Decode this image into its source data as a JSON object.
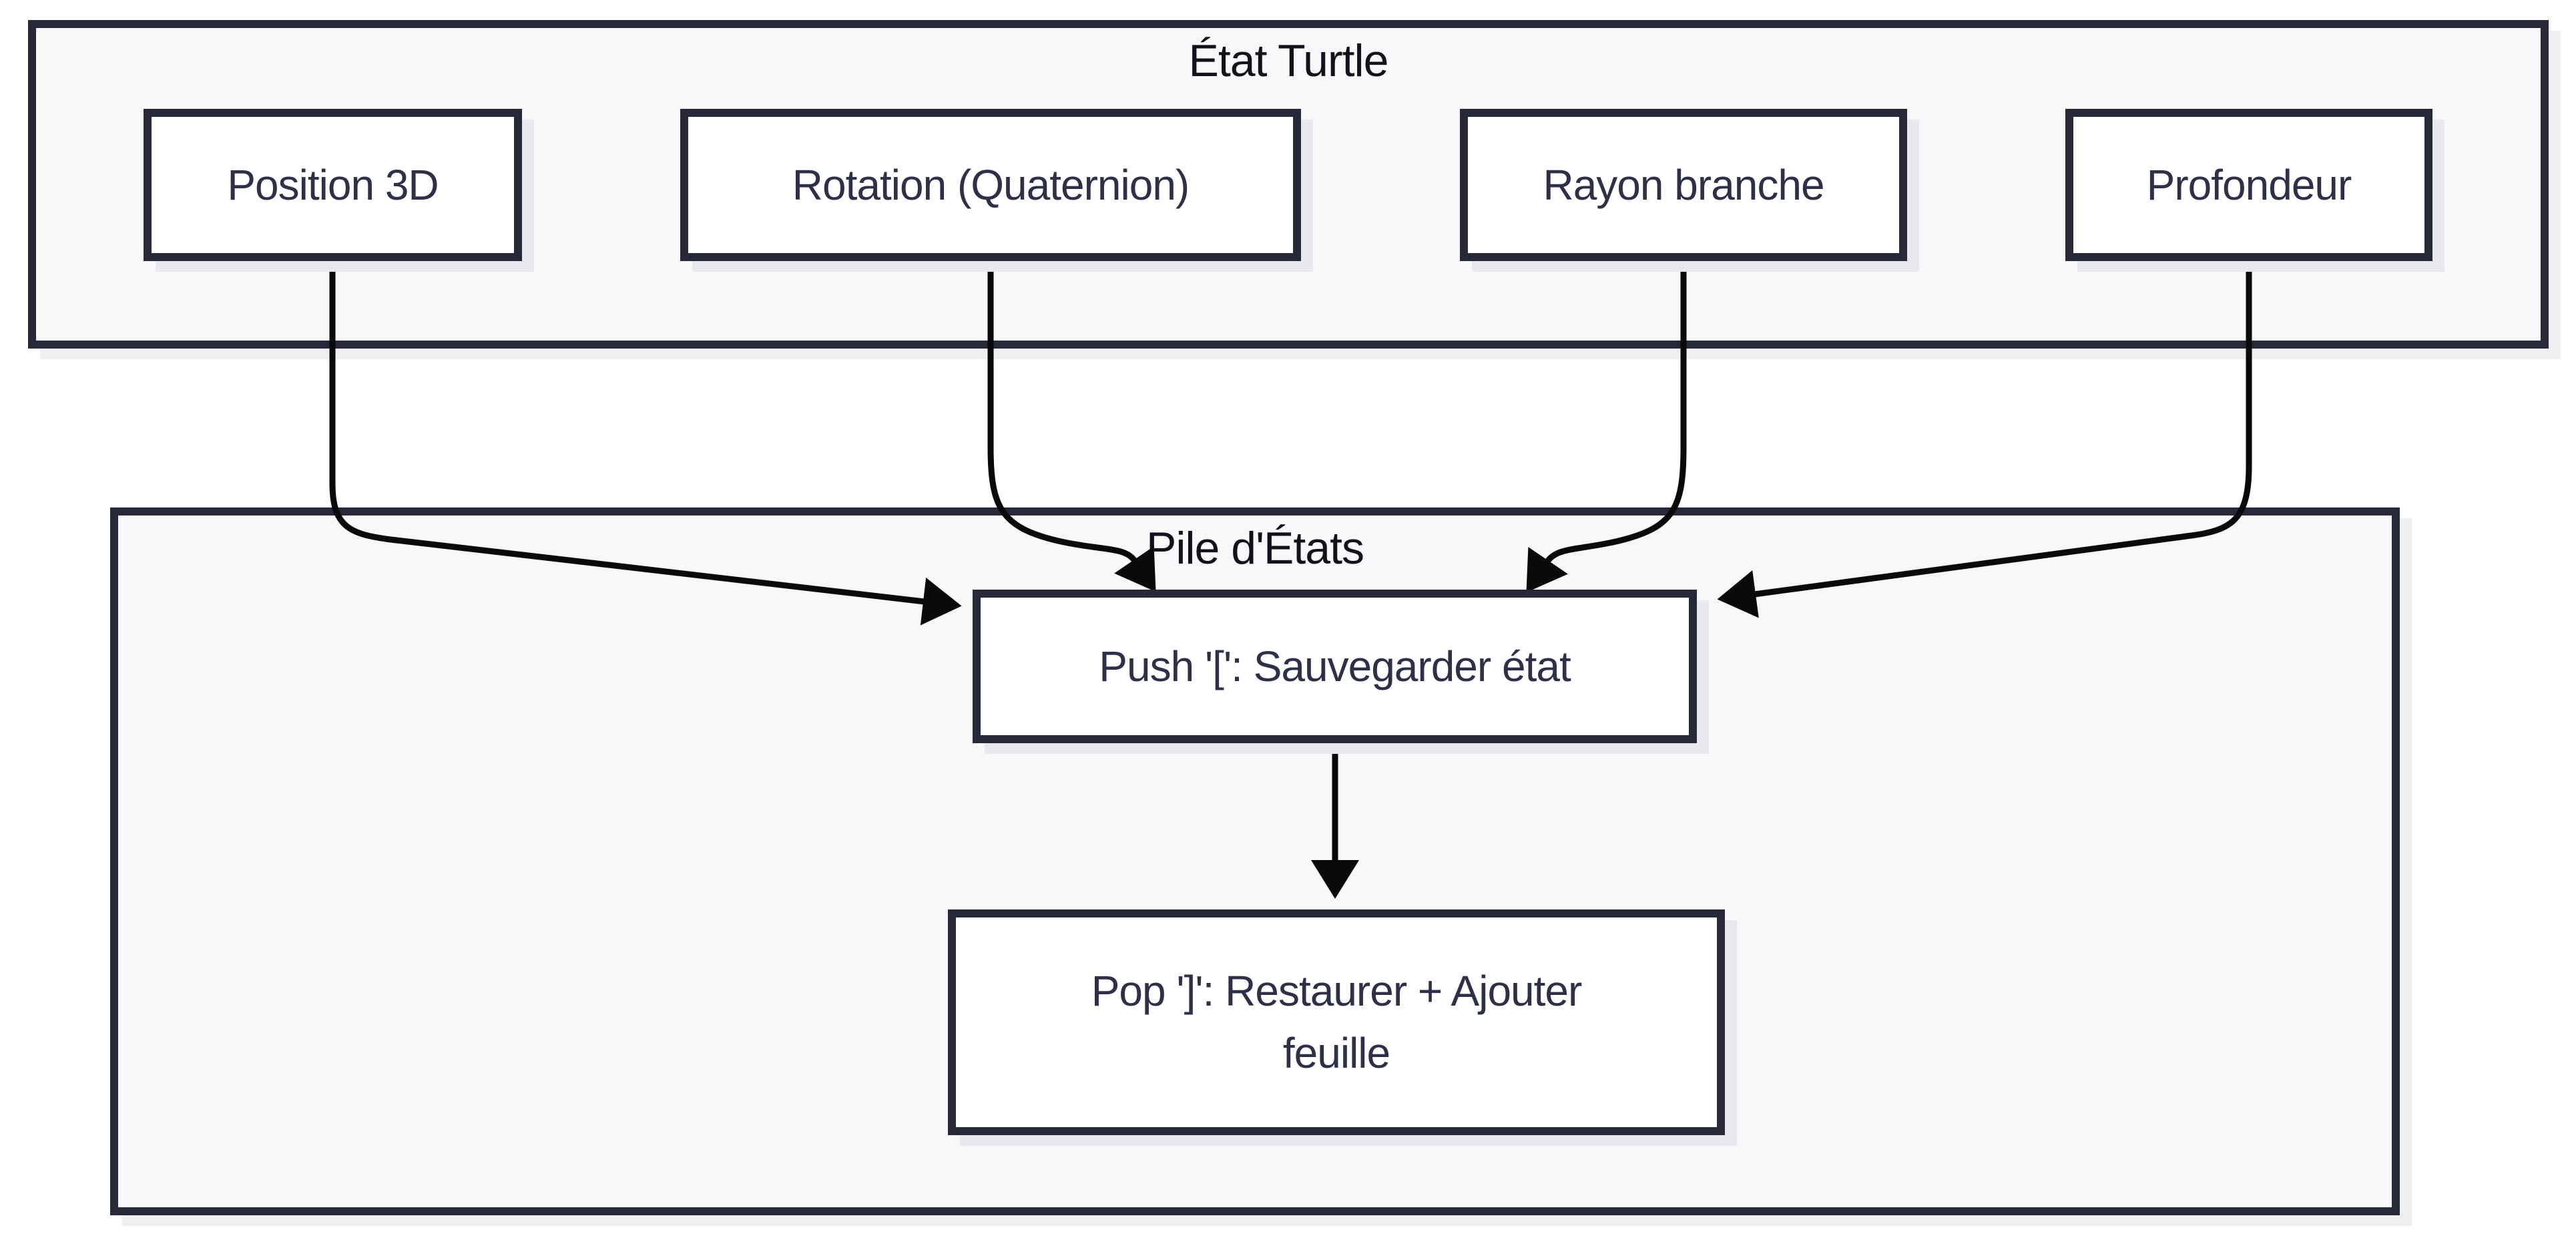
{
  "diagram": {
    "type": "flowchart",
    "direction": "top-down",
    "clusters": [
      {
        "id": "etat-turtle",
        "title": "État Turtle"
      },
      {
        "id": "pile-etats",
        "title": "Pile d'États"
      }
    ],
    "nodes": [
      {
        "id": "position-3d",
        "cluster": "etat-turtle",
        "label": "Position 3D"
      },
      {
        "id": "rotation",
        "cluster": "etat-turtle",
        "label": "Rotation (Quaternion)"
      },
      {
        "id": "rayon-branche",
        "cluster": "etat-turtle",
        "label": "Rayon branche"
      },
      {
        "id": "profondeur",
        "cluster": "etat-turtle",
        "label": "Profondeur"
      },
      {
        "id": "push",
        "cluster": "pile-etats",
        "label": "Push '[': Sauvegarder état"
      },
      {
        "id": "pop",
        "cluster": "pile-etats",
        "label": "Pop ']': Restaurer + Ajouter feuille",
        "lines": [
          "Pop ']': Restaurer + Ajouter",
          "feuille"
        ]
      }
    ],
    "edges": [
      {
        "from": "position-3d",
        "to": "push"
      },
      {
        "from": "rotation",
        "to": "push"
      },
      {
        "from": "rayon-branche",
        "to": "push"
      },
      {
        "from": "profondeur",
        "to": "push"
      },
      {
        "from": "push",
        "to": "pop"
      }
    ],
    "colors": {
      "background": "#ffffff",
      "cluster_fill": "#f8f8fa",
      "node_fill": "#ffffff",
      "border": "#272939",
      "node_text": "#2e3048",
      "title_text": "#12121d",
      "edge": "#0a0a0a",
      "shadow": "#e9e9ed"
    }
  }
}
